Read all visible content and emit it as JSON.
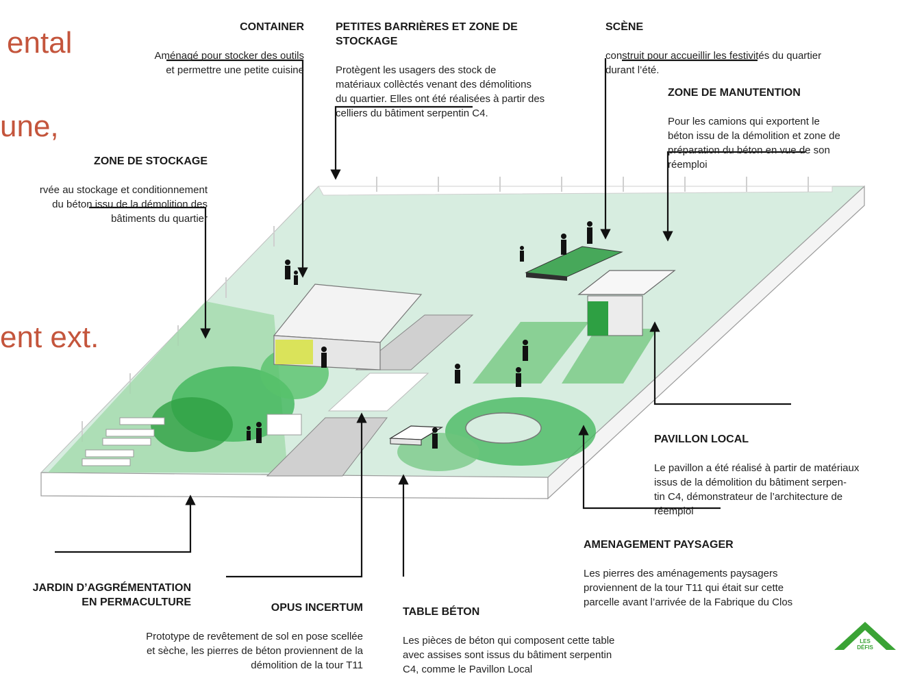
{
  "fragments": {
    "f1": "ental",
    "f2": "une,",
    "f3": "ent ext."
  },
  "labels": {
    "container": {
      "title": "CONTAINER",
      "text": "Aménagé pour stocker des outils\net permettre une petite cuisine"
    },
    "barrieres": {
      "title": "PETITES BARRIÈRES ET ZONE DE\nSTOCKAGE",
      "text": "Protègent les usagers des stock de\nmatériaux collèctés venant des démolitions\ndu quartier. Elles ont été réalisées à partir des\ncelliers du bâtiment serpentin C4."
    },
    "scene": {
      "title": "SCÈNE",
      "text": "construit pour accueillir les festivités du quartier\ndurant l’été."
    },
    "manutention": {
      "title": "ZONE DE MANUTENTION",
      "text": "Pour les camions qui exportent le\nbéton issu de la démolition et zone de\npréparation du béton en vue de son\nréemploi"
    },
    "stockage": {
      "title": "ZONE DE STOCKAGE",
      "text": "rvée au stockage et conditionnement\ndu béton issu de la démolition des\nbâtiments du quartier"
    },
    "pavillon": {
      "title": "PAVILLON LOCAL",
      "text": "Le pavillon a été réalisé à partir de matériaux\nissus de la démolition du bâtiment serpen-\ntin C4, démonstrateur de l’architecture de\nréemploi"
    },
    "paysager": {
      "title": "AMENAGEMENT PAYSAGER",
      "text": "Les pierres des aménagements paysagers\nproviennent de la tour T11 qui était sur cette\nparcelle avant l’arrivée de la Fabrique du Clos"
    },
    "jardin": {
      "title": "JARDIN D’AGGRÉMENTATION\nEN PERMACULTURE",
      "text": ""
    },
    "opus": {
      "title": "OPUS INCERTUM",
      "text": "Prototype de revêtement de sol en pose scellée\net sèche, les pierres de béton proviennent de la\ndémolition de la tour T11"
    },
    "table": {
      "title": "TABLE BÉTON",
      "text": "Les pièces de béton qui composent cette table\navec assises sont issus du bâtiment serpentin\nC4, comme le Pavillon Local"
    }
  },
  "logo": {
    "text": "LES DÉFIS",
    "color": "#3aa335"
  },
  "colors": {
    "accent_text": "#c4553c",
    "ground": "#d6ecdd",
    "green": "#2ea043",
    "line": "#111111"
  }
}
